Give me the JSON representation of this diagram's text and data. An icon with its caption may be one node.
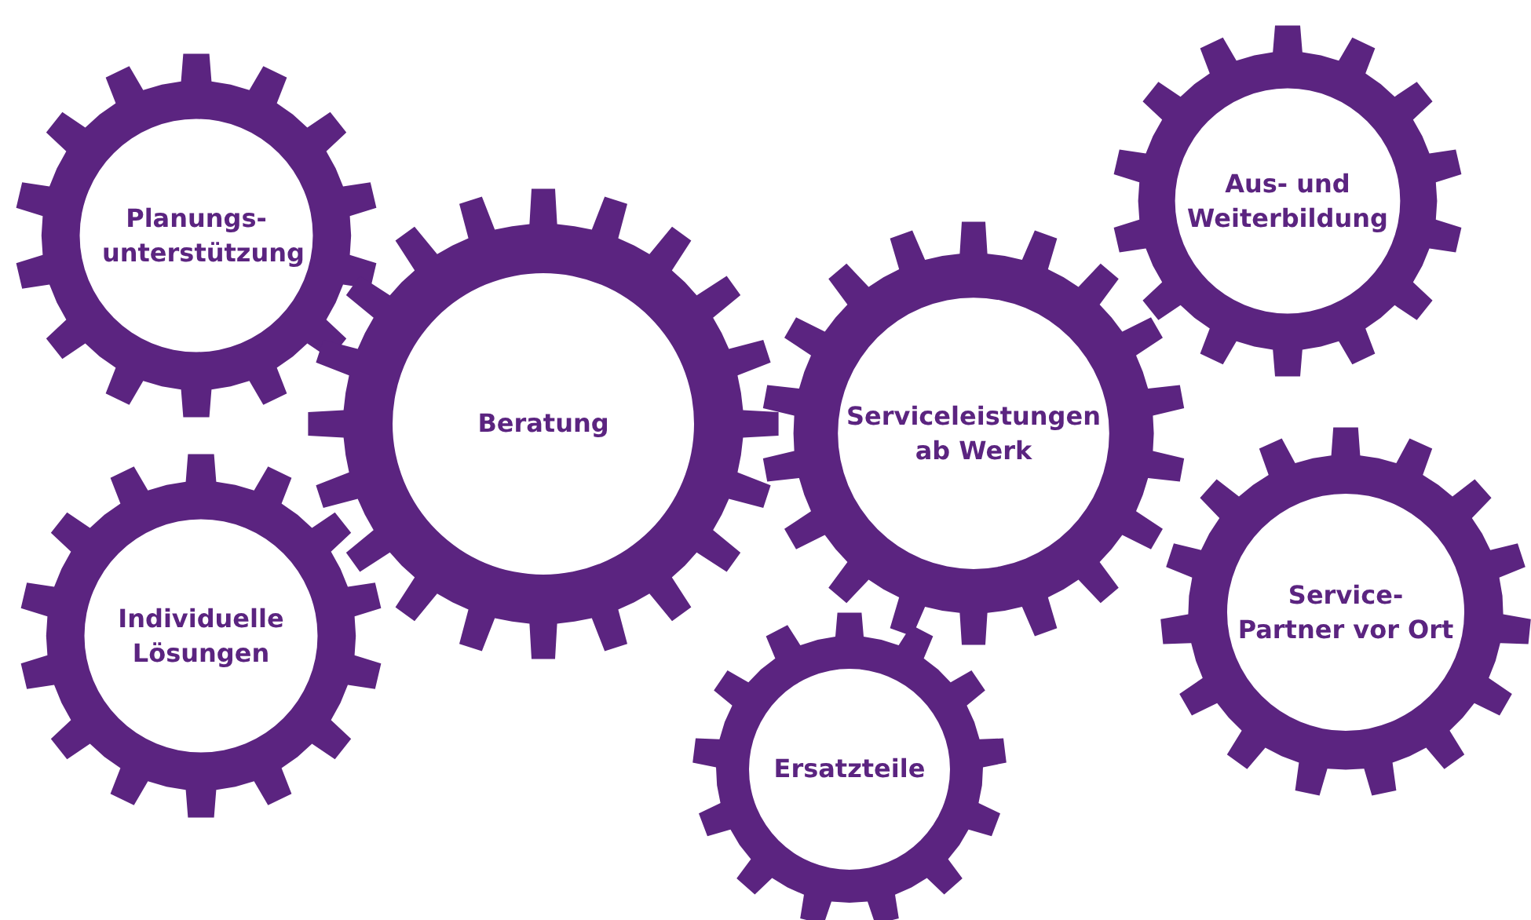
{
  "diagram": {
    "nodes": [
      {
        "text": [
          "Planungs- unterstützung"
        ]
      },
      {
        "text": [
          "Beratung"
        ]
      },
      {
        "text": [
          "Individuelle Lösungen"
        ]
      },
      {
        "text": [
          "Serviceleistungen ab Werk"
        ]
      },
      {
        "text": [
          "Aus- und Weiterbildung"
        ]
      },
      {
        "text": [
          "Service-Partner vor Ort"
        ]
      },
      {
        "text": [
          "Ersatzteile"
        ]
      }
    ]
  }
}
